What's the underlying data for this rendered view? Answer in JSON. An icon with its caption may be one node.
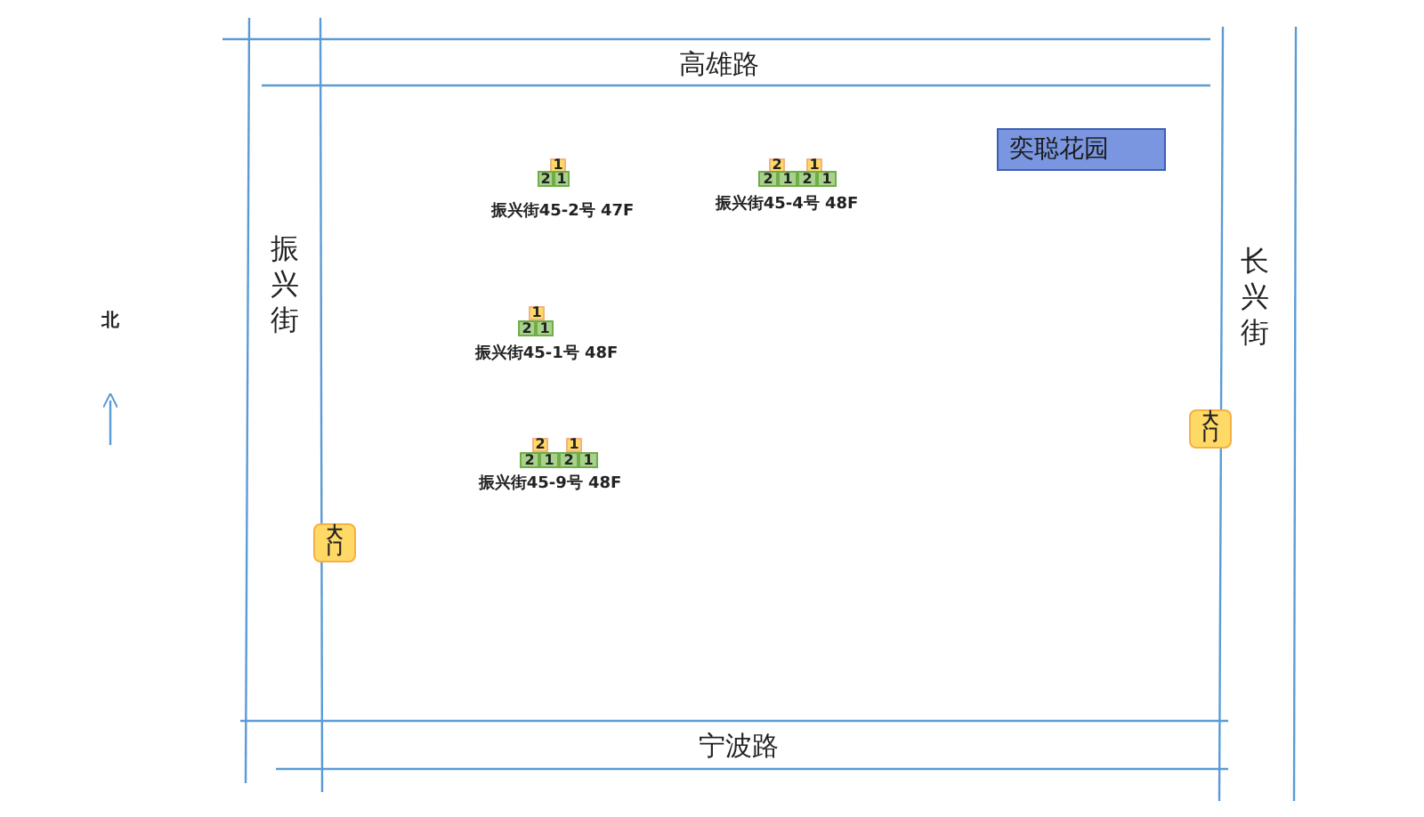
{
  "diagram": {
    "nodes": [
      {
        "text": [
          "奕聪花园"
        ]
      },
      {
        "text": [
          "1"
        ]
      },
      {
        "text": [
          "2"
        ]
      },
      {
        "text": [
          "1"
        ]
      },
      {
        "text": [
          "2"
        ]
      },
      {
        "text": [
          "1"
        ]
      },
      {
        "text": [
          "2"
        ]
      },
      {
        "text": [
          "1"
        ]
      },
      {
        "text": [
          "2"
        ]
      },
      {
        "text": [
          "1"
        ]
      },
      {
        "text": [
          "1"
        ]
      },
      {
        "text": [
          "2"
        ]
      },
      {
        "text": [
          "1"
        ]
      },
      {
        "text": [
          "大门"
        ]
      },
      {
        "text": [
          "2"
        ]
      },
      {
        "text": [
          "1"
        ]
      },
      {
        "text": [
          "2"
        ]
      },
      {
        "text": [
          "1"
        ]
      },
      {
        "text": [
          "2"
        ]
      },
      {
        "text": [
          "1"
        ]
      },
      {
        "text": [
          "大门"
        ]
      }
    ],
    "labels": [
      "高雄路",
      "振兴街45-2号 47F",
      "振兴街45-4号 48F",
      "振兴街",
      "长兴街",
      "北",
      "振兴街45-1号 48F",
      "振兴街45-9号 48F",
      "宁波路"
    ]
  }
}
